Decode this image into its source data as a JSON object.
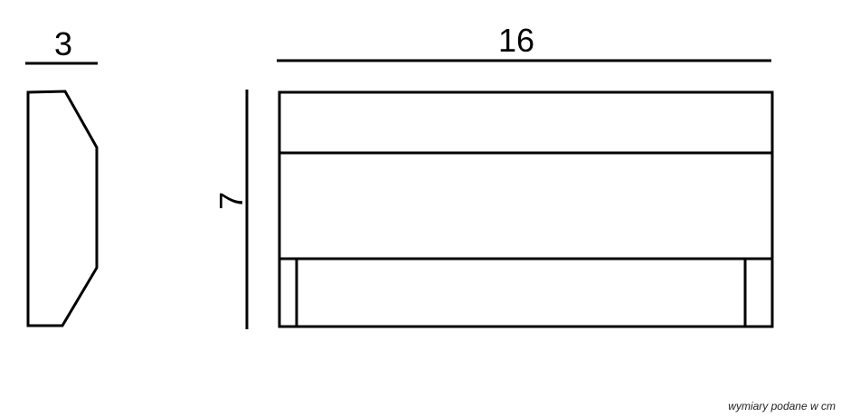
{
  "dimensions": {
    "depth": "3",
    "width": "16",
    "height": "7"
  },
  "note": "wymiary podane w cm"
}
